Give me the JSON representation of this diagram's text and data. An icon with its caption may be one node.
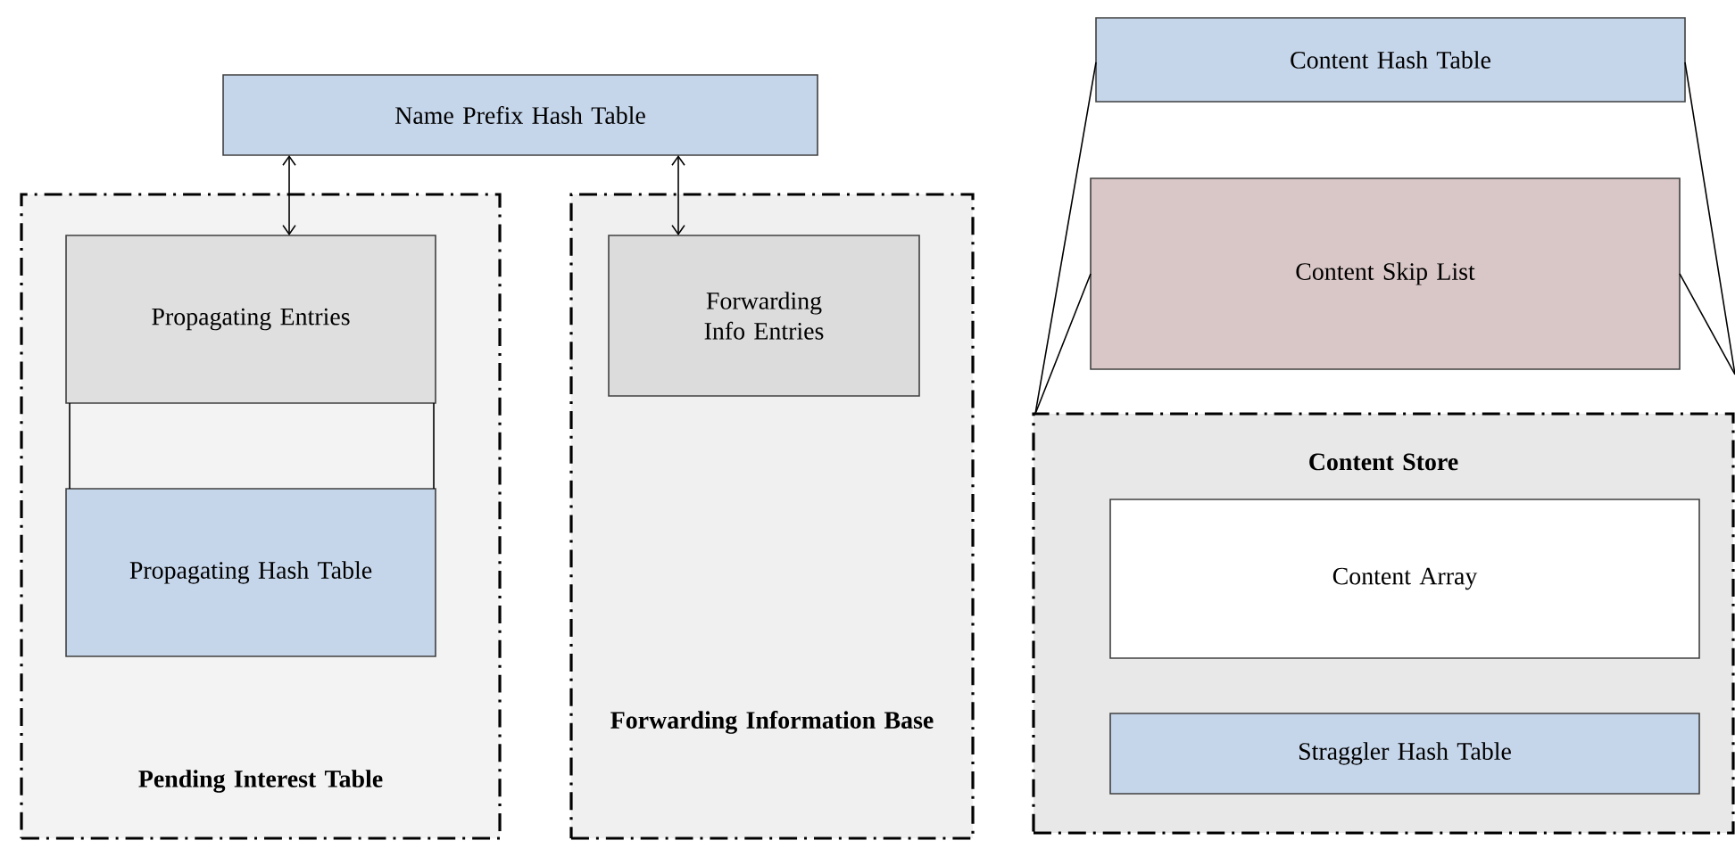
{
  "diagram": {
    "nodes": [
      {
        "text": [
          "Name Prefix Hash Table"
        ]
      },
      {
        "text": [
          "Pending Interest Table"
        ]
      },
      {
        "text": [
          "Propagating Entries"
        ],
        "in": 1
      },
      {
        "text": [
          "Propagating Hash Table"
        ],
        "in": 1
      },
      {
        "text": [
          "Forwarding Information Base"
        ]
      },
      {
        "text": [
          "Forwarding Info Entries"
        ],
        "in": 4
      },
      {
        "text": [
          "Content Hash Table"
        ]
      },
      {
        "text": [
          "Content Skip List"
        ]
      },
      {
        "text": [
          "Content Store"
        ]
      },
      {
        "text": [
          "Content Array"
        ],
        "in": 8
      },
      {
        "text": [
          "Straggler Hash Table"
        ],
        "in": 8
      }
    ],
    "edges": [
      {
        "from": 0,
        "to": 2,
        "arrow": "both"
      },
      {
        "from": 0,
        "to": 5,
        "arrow": "both"
      },
      {
        "from": 2,
        "to": 3,
        "arrow": "none"
      },
      {
        "from": 6,
        "to": 8,
        "arrow": "none"
      },
      {
        "from": 7,
        "to": 8,
        "arrow": "none"
      }
    ]
  }
}
